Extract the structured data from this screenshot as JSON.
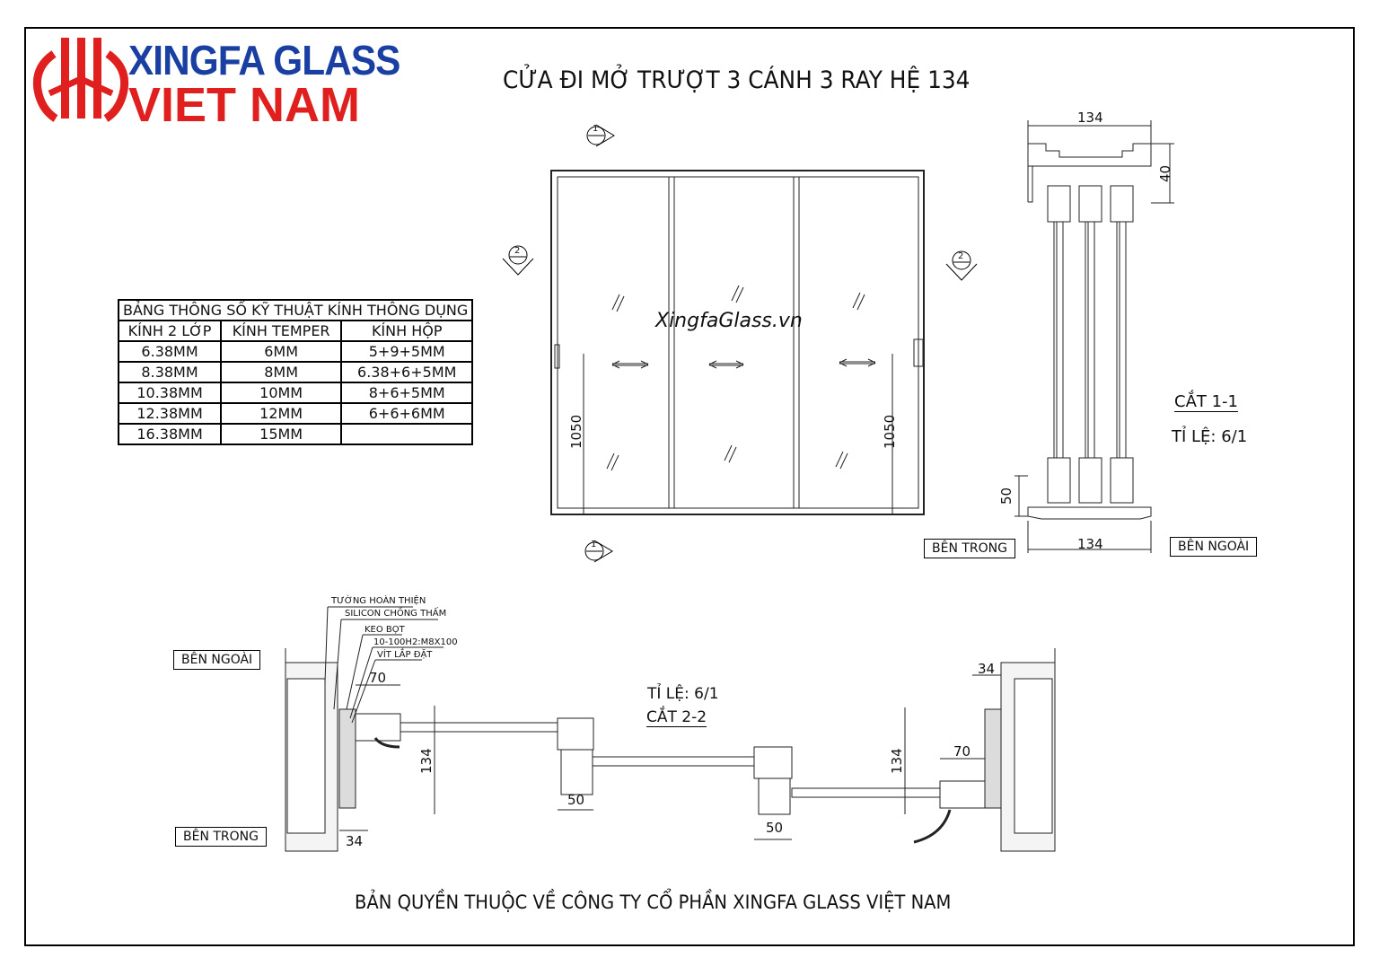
{
  "logo": {
    "line1": "XINGFA GLASS",
    "line2": "VIET NAM",
    "color_blue": "#1a3fa3",
    "color_red": "#e0201f"
  },
  "title": "CỬA ĐI MỞ TRƯỢT 3 CÁNH 3 RAY HỆ 134",
  "watermark": "XingfaGlass.vn",
  "footer": "BẢN QUYỀN THUỘC VỀ  CÔNG TY CỔ PHẦN XINGFA GLASS VIỆT NAM",
  "spec_table": {
    "title": "BẢNG THÔNG SỐ KỸ THUẬT KÍNH  THÔNG DỤNG",
    "headers": [
      "KÍNH 2 LỚP",
      "KÍNH TEMPER",
      "KÍNH HỘP"
    ],
    "rows": [
      [
        "6.38MM",
        "6MM",
        "5+9+5MM"
      ],
      [
        "8.38MM",
        "8MM",
        "6.38+6+5MM"
      ],
      [
        "10.38MM",
        "10MM",
        "8+6+5MM"
      ],
      [
        "12.38MM",
        "12MM",
        "6+6+6MM"
      ],
      [
        "16.38MM",
        "15MM",
        ""
      ]
    ]
  },
  "elevation": {
    "dim_left": "1050",
    "dim_right": "1050",
    "marker_1": "1",
    "marker_2": "2"
  },
  "section_1_1": {
    "top_width": "134",
    "top_height": "40",
    "bottom_height": "50",
    "bottom_width": "134",
    "name": "CẮT 1-1",
    "scale": "TỈ LỆ: 6/1",
    "inside": "BÊN TRONG",
    "outside": "BÊN NGOÀI"
  },
  "section_2_2": {
    "name": "CẮT 2-2",
    "scale": "TỈ LỆ: 6/1",
    "outside": "BÊN NGOÀI",
    "inside": "BÊN TRONG",
    "callouts": [
      "TƯỜNG HOÀN THIỆN",
      "SILICON CHỐNG THẤM",
      "KEO BỌT",
      "10-100H2:M8X100",
      "VÍT LẮP ĐẶT"
    ],
    "dims": {
      "left_70": "70",
      "left_134": "134",
      "left_34": "34",
      "mid_50a": "50",
      "mid_50b": "50",
      "right_34": "34",
      "right_134": "134",
      "right_70": "70"
    }
  }
}
